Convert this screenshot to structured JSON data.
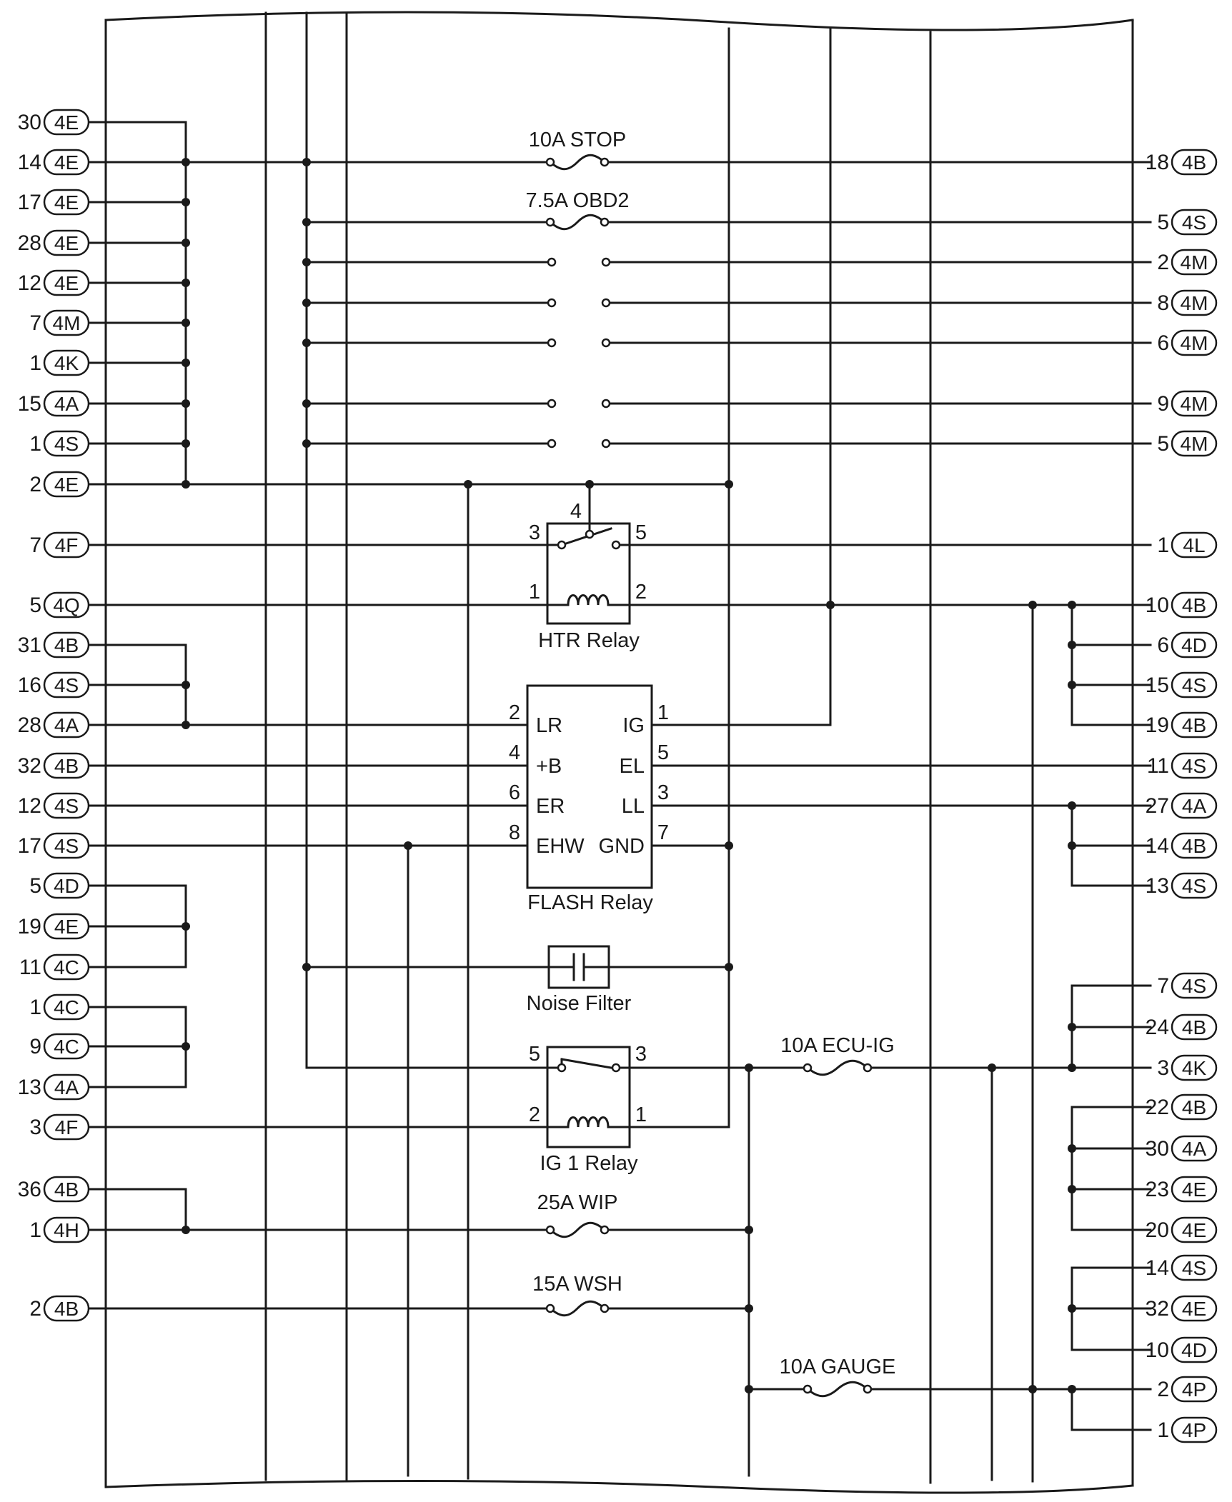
{
  "left_connectors": [
    {
      "pin": "30",
      "conn": "4E"
    },
    {
      "pin": "14",
      "conn": "4E"
    },
    {
      "pin": "17",
      "conn": "4E"
    },
    {
      "pin": "28",
      "conn": "4E"
    },
    {
      "pin": "12",
      "conn": "4E"
    },
    {
      "pin": "7",
      "conn": "4M"
    },
    {
      "pin": "1",
      "conn": "4K"
    },
    {
      "pin": "15",
      "conn": "4A"
    },
    {
      "pin": "1",
      "conn": "4S"
    },
    {
      "pin": "2",
      "conn": "4E"
    },
    {
      "pin": "7",
      "conn": "4F"
    },
    {
      "pin": "5",
      "conn": "4Q"
    },
    {
      "pin": "31",
      "conn": "4B"
    },
    {
      "pin": "16",
      "conn": "4S"
    },
    {
      "pin": "28",
      "conn": "4A"
    },
    {
      "pin": "32",
      "conn": "4B"
    },
    {
      "pin": "12",
      "conn": "4S"
    },
    {
      "pin": "17",
      "conn": "4S"
    },
    {
      "pin": "5",
      "conn": "4D"
    },
    {
      "pin": "19",
      "conn": "4E"
    },
    {
      "pin": "11",
      "conn": "4C"
    },
    {
      "pin": "1",
      "conn": "4C"
    },
    {
      "pin": "9",
      "conn": "4C"
    },
    {
      "pin": "13",
      "conn": "4A"
    },
    {
      "pin": "3",
      "conn": "4F"
    },
    {
      "pin": "36",
      "conn": "4B"
    },
    {
      "pin": "1",
      "conn": "4H"
    },
    {
      "pin": "2",
      "conn": "4B"
    }
  ],
  "right_connectors": [
    {
      "pin": "18",
      "conn": "4B"
    },
    {
      "pin": "5",
      "conn": "4S"
    },
    {
      "pin": "2",
      "conn": "4M"
    },
    {
      "pin": "8",
      "conn": "4M"
    },
    {
      "pin": "6",
      "conn": "4M"
    },
    {
      "pin": "9",
      "conn": "4M"
    },
    {
      "pin": "5",
      "conn": "4M"
    },
    {
      "pin": "1",
      "conn": "4L"
    },
    {
      "pin": "10",
      "conn": "4B"
    },
    {
      "pin": "6",
      "conn": "4D"
    },
    {
      "pin": "15",
      "conn": "4S"
    },
    {
      "pin": "19",
      "conn": "4B"
    },
    {
      "pin": "11",
      "conn": "4S"
    },
    {
      "pin": "27",
      "conn": "4A"
    },
    {
      "pin": "14",
      "conn": "4B"
    },
    {
      "pin": "13",
      "conn": "4S"
    },
    {
      "pin": "7",
      "conn": "4S"
    },
    {
      "pin": "24",
      "conn": "4B"
    },
    {
      "pin": "3",
      "conn": "4K"
    },
    {
      "pin": "22",
      "conn": "4B"
    },
    {
      "pin": "30",
      "conn": "4A"
    },
    {
      "pin": "23",
      "conn": "4E"
    },
    {
      "pin": "20",
      "conn": "4E"
    },
    {
      "pin": "14",
      "conn": "4S"
    },
    {
      "pin": "32",
      "conn": "4E"
    },
    {
      "pin": "10",
      "conn": "4D"
    },
    {
      "pin": "2",
      "conn": "4P"
    },
    {
      "pin": "1",
      "conn": "4P"
    }
  ],
  "fuses": {
    "stop": "10A STOP",
    "obd2": "7.5A OBD2",
    "ecu_ig": "10A ECU-IG",
    "wip": "25A WIP",
    "wsh": "15A WSH",
    "gauge": "10A GAUGE"
  },
  "htr_relay": {
    "name": "HTR Relay",
    "pins": [
      "4",
      "3",
      "5",
      "1",
      "2"
    ]
  },
  "flash_relay": {
    "name": "FLASH Relay",
    "left_labels": [
      "LR",
      "+B",
      "ER",
      "EHW"
    ],
    "right_labels": [
      "IG",
      "EL",
      "LL",
      "GND"
    ],
    "left_pins": [
      "2",
      "4",
      "6",
      "8"
    ],
    "right_pins": [
      "1",
      "5",
      "3",
      "7"
    ]
  },
  "noise_filter": {
    "name": "Noise Filter"
  },
  "ig1_relay": {
    "name": "IG 1 Relay",
    "pins": [
      "5",
      "3",
      "2",
      "1"
    ]
  }
}
